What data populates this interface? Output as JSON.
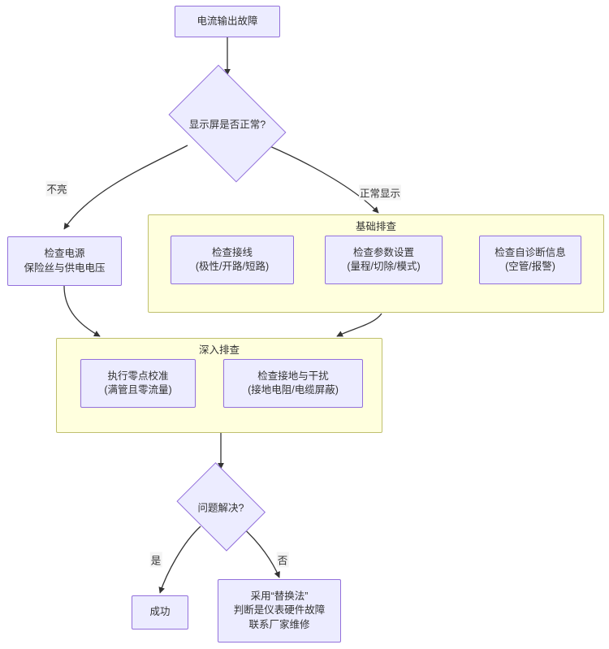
{
  "diagram": {
    "type": "flowchart",
    "title_node": "电流输出故障",
    "colors": {
      "node_fill": "#ECECFF",
      "node_stroke": "#9370DB",
      "cluster_fill": "#FFFFDE",
      "cluster_stroke": "#BFBF6E",
      "edge_stroke": "#333333",
      "text": "#333333"
    },
    "nodes": {
      "start": {
        "label": "电流输出故障"
      },
      "decision_display": {
        "label": "显示屏是否正常?"
      },
      "check_power": {
        "line1": "检查电源",
        "line2": "保险丝与供电电压"
      },
      "check_wiring": {
        "line1": "检查接线",
        "line2": "(极性/开路/短路)"
      },
      "check_params": {
        "line1": "检查参数设置",
        "line2": "(量程/切除/模式)"
      },
      "check_selfdiag": {
        "line1": "检查自诊断信息",
        "line2": "(空管/报警)"
      },
      "zero_calibration": {
        "line1": "执行零点校准",
        "line2": "(满管且零流量)"
      },
      "check_ground": {
        "line1": "检查接地与干扰",
        "line2": "(接地电阻/电缆屏蔽)"
      },
      "decision_solved": {
        "label": "问题解决?"
      },
      "success": {
        "label": "成功"
      },
      "replace_method": {
        "line1": "采用“替换法”",
        "line2": "判断是仪表硬件故障",
        "line3": "联系厂家维修"
      }
    },
    "clusters": {
      "basic": {
        "label": "基础排查"
      },
      "deep": {
        "label": "深入排查"
      }
    },
    "edge_labels": {
      "not_lit": "不亮",
      "normal_display": "正常显示",
      "yes": "是",
      "no": "否"
    }
  }
}
